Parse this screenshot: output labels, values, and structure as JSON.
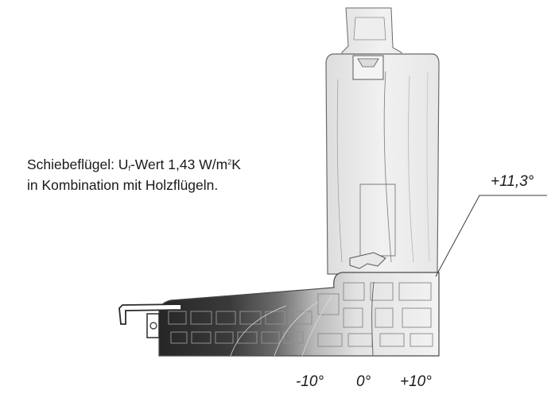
{
  "caption": {
    "line1_a": "Schiebeflügel: U",
    "line1_sub": "f",
    "line1_b": "-Wert 1,43 W/m",
    "line1_sup": "2",
    "line1_c": "K",
    "line2": "in Kombination mit Holzflügeln."
  },
  "labels": {
    "top_right": "+11,3°",
    "minus10": "-10°",
    "zero": "0°",
    "plus10": "+10°"
  },
  "colors": {
    "text": "#1a1a1a",
    "cold": "#2b2b2b",
    "warm": "#f2f2f2",
    "outline": "#6a6a6a"
  }
}
